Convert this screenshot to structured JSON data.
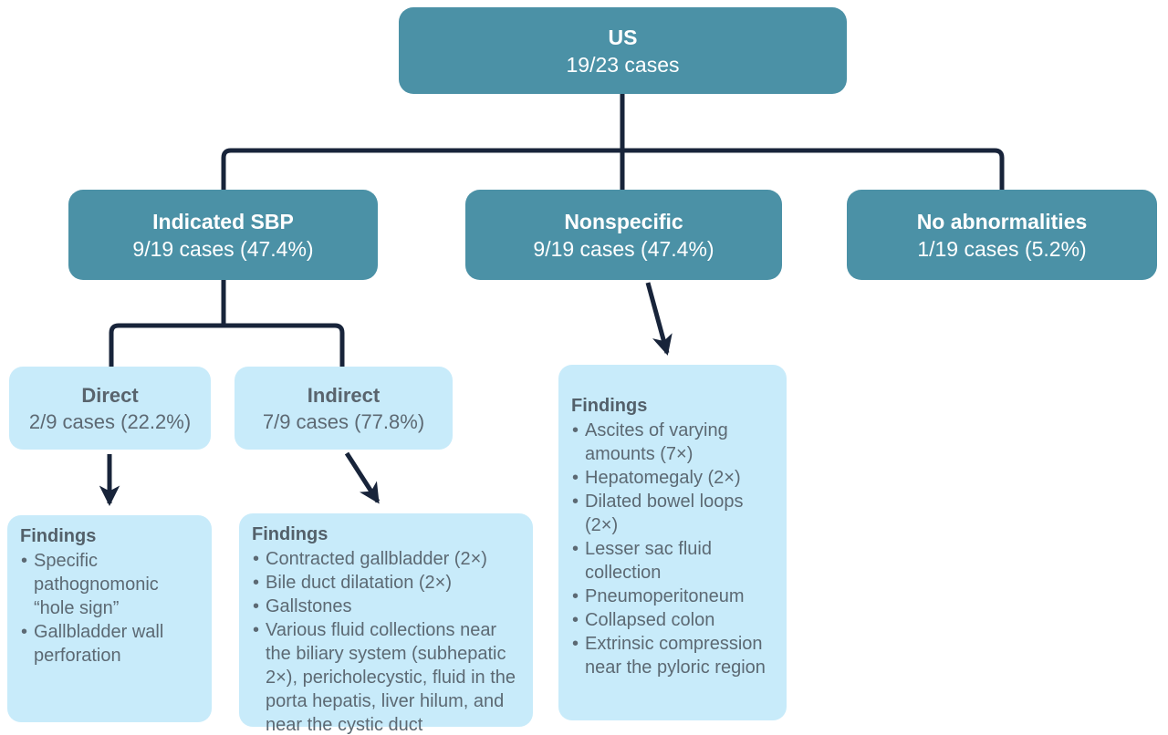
{
  "colors": {
    "node_teal": "#4B91A6",
    "node_light_blue": "#C8EBFA",
    "connector_navy": "#18243A",
    "teal_text": "#FFFFFF",
    "body_gray": "#5C6973"
  },
  "nodes": {
    "us": {
      "title": "US",
      "subtitle": "19/23 cases"
    },
    "indicated": {
      "title": "Indicated SBP",
      "subtitle": "9/19 cases (47.4%)"
    },
    "nonspecific": {
      "title": "Nonspecific",
      "subtitle": "9/19 cases (47.4%)"
    },
    "no_abnormalities": {
      "title": "No abnormalities",
      "subtitle": "1/19 cases (5.2%)"
    },
    "direct": {
      "title": "Direct",
      "subtitle": "2/9 cases (22.2%)"
    },
    "indirect": {
      "title": "Indirect",
      "subtitle": "7/9 cases (77.8%)"
    },
    "direct_findings": {
      "heading": "Findings",
      "items": [
        "Specific pathognomonic “hole sign”",
        "Gallbladder wall perforation"
      ]
    },
    "indirect_findings": {
      "heading": "Findings",
      "items": [
        "Contracted gallbladder (2×)",
        "Bile duct dilatation (2×)",
        "Gallstones",
        "Various fluid collections near the biliary system (subhepatic 2×), pericholecystic, fluid in the porta hepatis, liver hilum, and near the cystic duct"
      ]
    },
    "nonspecific_findings": {
      "heading": "Findings",
      "items": [
        "Ascites of varying amounts (7×)",
        "Hepatomegaly (2×)",
        "Dilated bowel loops (2×)",
        "Lesser sac fluid collection",
        "Pneumoperitoneum",
        "Collapsed colon",
        "Extrinsic compression near the pyloric region"
      ]
    }
  }
}
